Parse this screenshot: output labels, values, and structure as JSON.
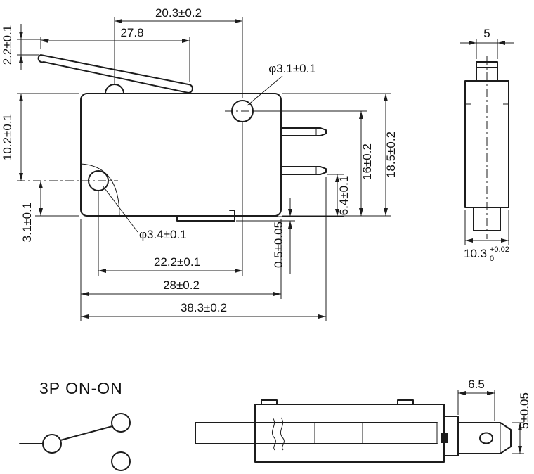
{
  "colors": {
    "line": "#1c1c1c",
    "text": "#111111",
    "background": "#ffffff"
  },
  "front_view": {
    "dim_top_width": "20.3±0.2",
    "dim_lever_length": "27.8",
    "dim_lever_tip_height": "2.2±0.1",
    "dim_hole_top_offset": "10.2±0.1",
    "dim_hole_bottom_offset": "3.1±0.1",
    "dim_top_hole_dia": "φ3.1±0.1",
    "dim_bottom_hole_dia": "φ3.4±0.1",
    "dim_terminal_height": "16±0.2",
    "dim_body_height": "18.5±0.2",
    "dim_bottom_terminal_offset": "6.4±0.1",
    "dim_terminal_thickness": "0.5±0.05",
    "dim_hole_spacing": "22.2±0.1",
    "dim_body_width": "28±0.2",
    "dim_overall_width": "38.3±0.2"
  },
  "side_view": {
    "dim_button_width": "5",
    "dim_body_depth": "10.3",
    "dim_body_depth_tol_upper": "+0.02",
    "dim_body_depth_tol_lower": "0"
  },
  "circuit_diagram": {
    "label": "3P ON-ON"
  },
  "bottom_view": {
    "dim_terminal_length": "6.5",
    "dim_terminal_width": "5±0.05"
  }
}
